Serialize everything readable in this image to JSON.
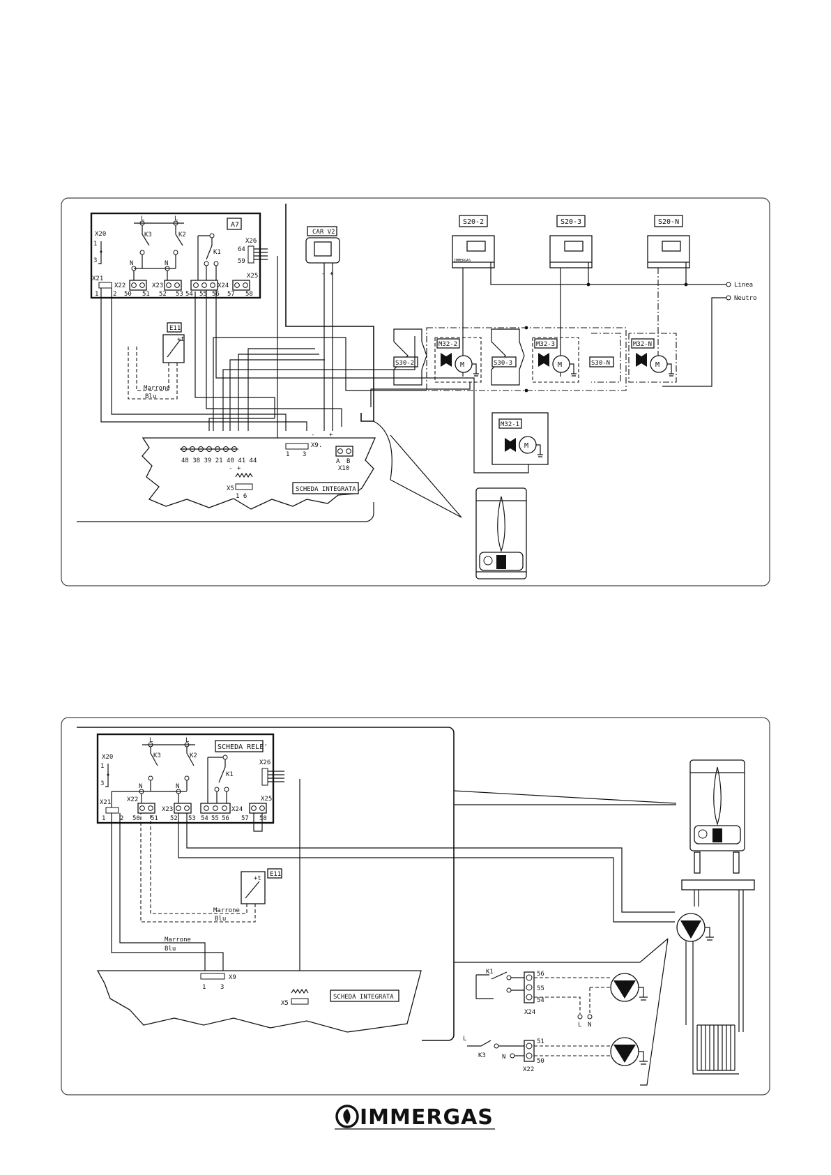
{
  "diagram1": {
    "labels": {
      "a7": "A7",
      "x20": "X20",
      "x21": "X21",
      "x22": "X22",
      "x23": "X23",
      "x24": "X24",
      "x25": "X25",
      "x26": "X26",
      "k1": "K1",
      "k2": "K2",
      "k3": "K3",
      "l": "L",
      "n": "N",
      "pin1": "1",
      "pin3": "3",
      "pin64": "64",
      "pin59": "59",
      "t1": "1",
      "t2": "2",
      "t50": "50",
      "t51": "51",
      "t52": "52",
      "t53": "53",
      "t54": "54",
      "t55": "55",
      "t56": "56",
      "t57": "57",
      "t58": "58",
      "e11": "E11",
      "plus_t": "+t",
      "marrone": "Marrone",
      "blu": "Blu",
      "car": "CAR V2",
      "minus": "-",
      "plus": "+",
      "s20_2": "S20-2",
      "s20_3": "S20-3",
      "s20_n": "S20-N",
      "linea": "Linea",
      "neutro": "Neutro",
      "s30_2": "S30-2",
      "s30_3": "S30-3",
      "s30_n": "S30-N",
      "m32_1": "M32-1",
      "m32_2": "M32-2",
      "m32_3": "M32-3",
      "m32_n": "M32-N",
      "motor": "M",
      "terminals": "48 38 39 21 40 41 44",
      "x9": "X9.",
      "x10": "X10",
      "a": "A",
      "b": "B",
      "x5": "X5",
      "x5_pins": "1      6",
      "scheda_integrata": "SCHEDA INTEGRATA",
      "brand_small": "IMMERGAS"
    }
  },
  "diagram2": {
    "labels": {
      "scheda_rele": "SCHEDA RELE'",
      "x20": "X20",
      "x21": "X21",
      "x22": "X22",
      "x23": "X23",
      "x24": "X24",
      "x25": "X25",
      "x26": "X26",
      "k1": "K1",
      "k2": "K2",
      "k3": "K3",
      "l": "L",
      "n": "N",
      "pin1": "1",
      "pin3": "3",
      "t1": "1",
      "t2": "2",
      "t50": "50",
      "t51": "51",
      "t52": "52",
      "t53": "53",
      "t54": "54",
      "t55": "55",
      "t56": "56",
      "t57": "57",
      "t58": "58",
      "e11": "E11",
      "plus_t": "+t",
      "marrone": "Marrone",
      "blu": "Blu",
      "x9": "X9",
      "x5": "X5",
      "scheda_integrata": "SCHEDA INTEGRATA"
    }
  },
  "footer": {
    "logo_text": "IMMERGAS"
  }
}
